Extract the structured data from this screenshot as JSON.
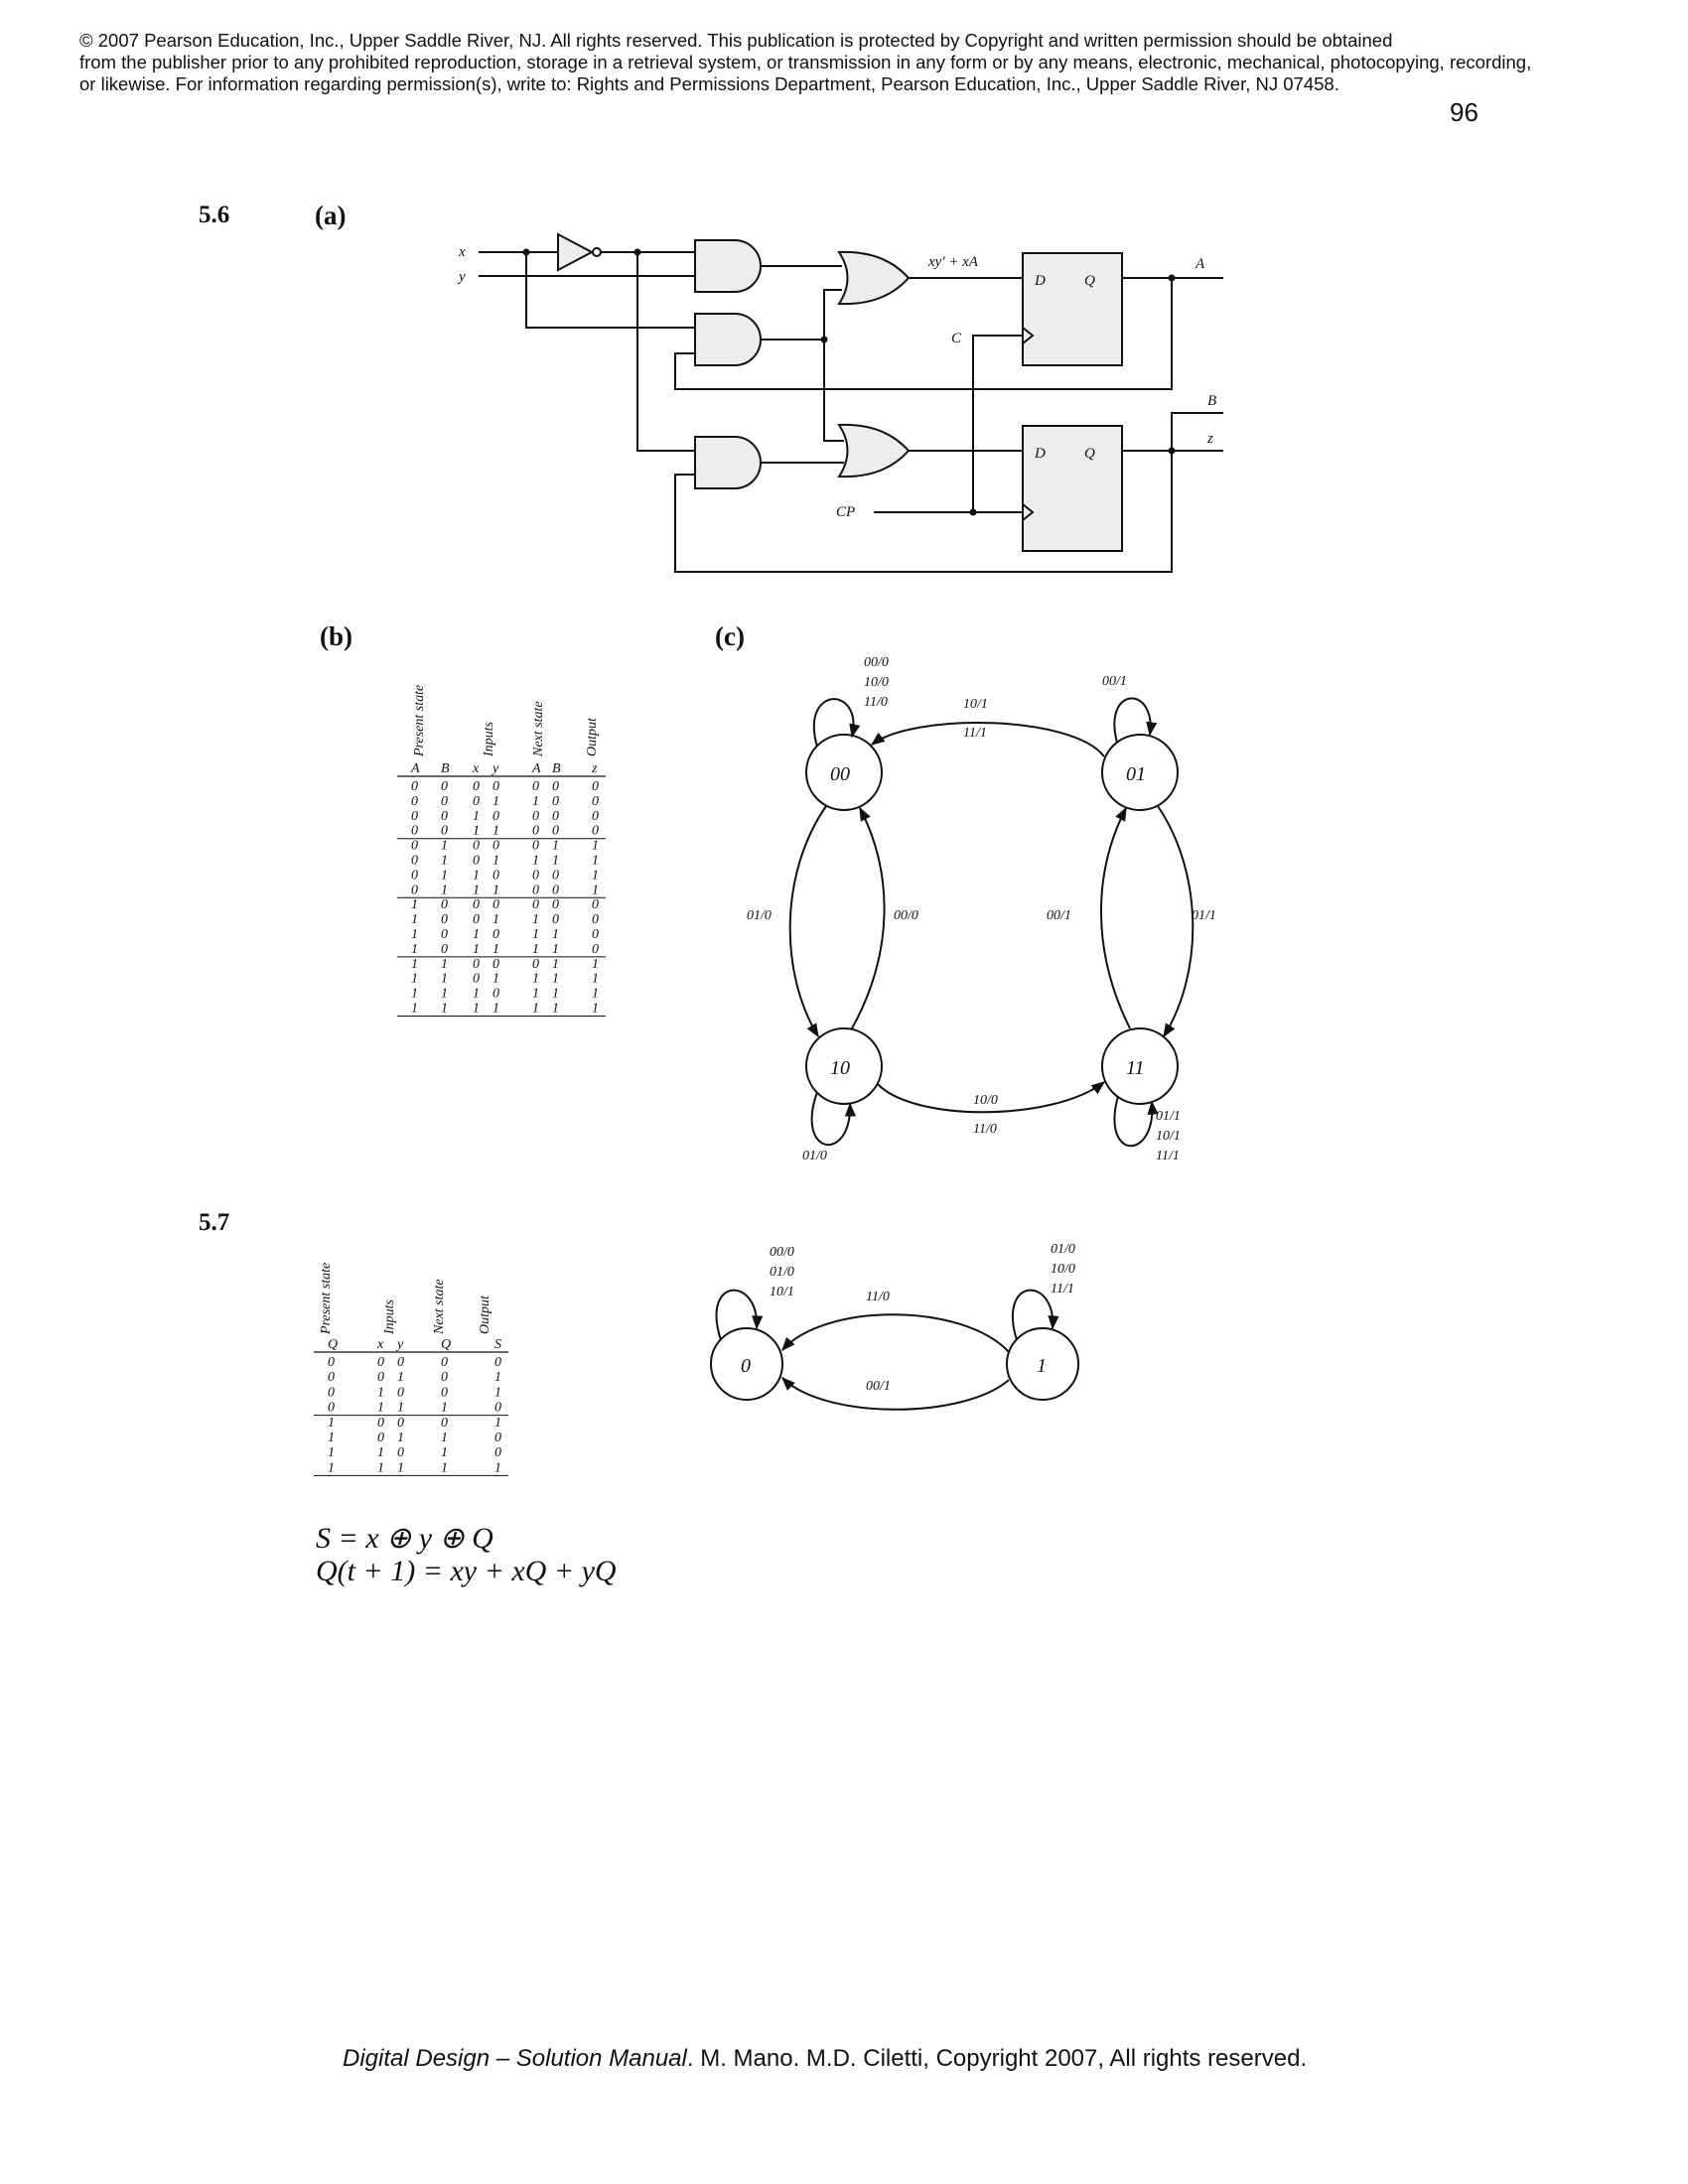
{
  "header": {
    "copyright_lines": [
      "© 2007 Pearson Education, Inc., Upper Saddle River, NJ.  All rights reserved. This publication is protected by Copyright and written permission should be obtained",
      "from the publisher prior to any prohibited reproduction, storage in a retrieval system,  or transmission in any form or by any means, electronic, mechanical, photocopying, recording,",
      "or  likewise.  For information regarding permission(s), write to:  Rights and Permissions Department, Pearson Education, Inc., Upper Saddle River, NJ 07458."
    ],
    "page_number": "96"
  },
  "p56": {
    "number": "5.6",
    "part_a": "(a)",
    "part_b": "(b)",
    "part_c": "(c)",
    "circuit_labels": {
      "x": "x",
      "y": "y",
      "or_out": "xy' + xA",
      "C": "C",
      "CP": "CP",
      "D1": "D",
      "Q1": "Q",
      "D2": "D",
      "Q2": "Q",
      "A": "A",
      "B": "B",
      "z": "z"
    },
    "table": {
      "group_headers": [
        "Present state",
        "Inputs",
        "Next state",
        "Output"
      ],
      "col_headers": [
        "A",
        "B",
        "x",
        "y",
        "A",
        "B",
        "z"
      ],
      "rows": [
        [
          "0",
          "0",
          "0",
          "0",
          "0",
          "0",
          "0"
        ],
        [
          "0",
          "0",
          "0",
          "1",
          "1",
          "0",
          "0"
        ],
        [
          "0",
          "0",
          "1",
          "0",
          "0",
          "0",
          "0"
        ],
        [
          "0",
          "0",
          "1",
          "1",
          "0",
          "0",
          "0"
        ],
        [
          "0",
          "1",
          "0",
          "0",
          "0",
          "1",
          "1"
        ],
        [
          "0",
          "1",
          "0",
          "1",
          "1",
          "1",
          "1"
        ],
        [
          "0",
          "1",
          "1",
          "0",
          "0",
          "0",
          "1"
        ],
        [
          "0",
          "1",
          "1",
          "1",
          "0",
          "0",
          "1"
        ],
        [
          "1",
          "0",
          "0",
          "0",
          "0",
          "0",
          "0"
        ],
        [
          "1",
          "0",
          "0",
          "1",
          "1",
          "0",
          "0"
        ],
        [
          "1",
          "0",
          "1",
          "0",
          "1",
          "1",
          "0"
        ],
        [
          "1",
          "0",
          "1",
          "1",
          "1",
          "1",
          "0"
        ],
        [
          "1",
          "1",
          "0",
          "0",
          "0",
          "1",
          "1"
        ],
        [
          "1",
          "1",
          "0",
          "1",
          "1",
          "1",
          "1"
        ],
        [
          "1",
          "1",
          "1",
          "0",
          "1",
          "1",
          "1"
        ],
        [
          "1",
          "1",
          "1",
          "1",
          "1",
          "1",
          "1"
        ]
      ]
    },
    "state_diagram": {
      "states": [
        "00",
        "01",
        "10",
        "11"
      ],
      "labels": {
        "s00_self": [
          "00/0",
          "10/0",
          "11/0"
        ],
        "s01_self": [
          "00/1"
        ],
        "s10_self": [
          "01/0"
        ],
        "s11_self": [
          "01/1",
          "10/1",
          "11/1"
        ],
        "s01_to_s00": [
          "10/1",
          "11/1"
        ],
        "s00_to_s10": "01/0",
        "s10_to_s00": "00/0",
        "s11_to_s01": "00/1",
        "s01_to_s11": "01/1",
        "s10_to_s11": [
          "10/0",
          "11/0"
        ]
      }
    }
  },
  "p57": {
    "number": "5.7",
    "table": {
      "group_headers": [
        "Present state",
        "Inputs",
        "Next state",
        "Output"
      ],
      "col_headers": [
        "Q",
        "x",
        "y",
        "Q",
        "S"
      ],
      "rows": [
        [
          "0",
          "0",
          "0",
          "0",
          "0"
        ],
        [
          "0",
          "0",
          "1",
          "0",
          "1"
        ],
        [
          "0",
          "1",
          "0",
          "0",
          "1"
        ],
        [
          "0",
          "1",
          "1",
          "1",
          "0"
        ],
        [
          "1",
          "0",
          "0",
          "0",
          "1"
        ],
        [
          "1",
          "0",
          "1",
          "1",
          "0"
        ],
        [
          "1",
          "1",
          "0",
          "1",
          "0"
        ],
        [
          "1",
          "1",
          "1",
          "1",
          "1"
        ]
      ]
    },
    "state_diagram": {
      "states": [
        "0",
        "1"
      ],
      "labels": {
        "s0_self": [
          "00/0",
          "01/0",
          "10/1"
        ],
        "s1_self": [
          "01/0",
          "10/0",
          "11/1"
        ],
        "s0_to_s1": "11/0",
        "s1_to_s0": "00/1"
      }
    },
    "equations": [
      "S = x ⊕ y ⊕ Q",
      "Q(t + 1) = xy + xQ + yQ"
    ]
  },
  "footer": {
    "italic_part": "Digital Design – Solution Manual",
    "rest": ". M. Mano. M.D. Ciletti, Copyright 2007, All rights reserved."
  }
}
